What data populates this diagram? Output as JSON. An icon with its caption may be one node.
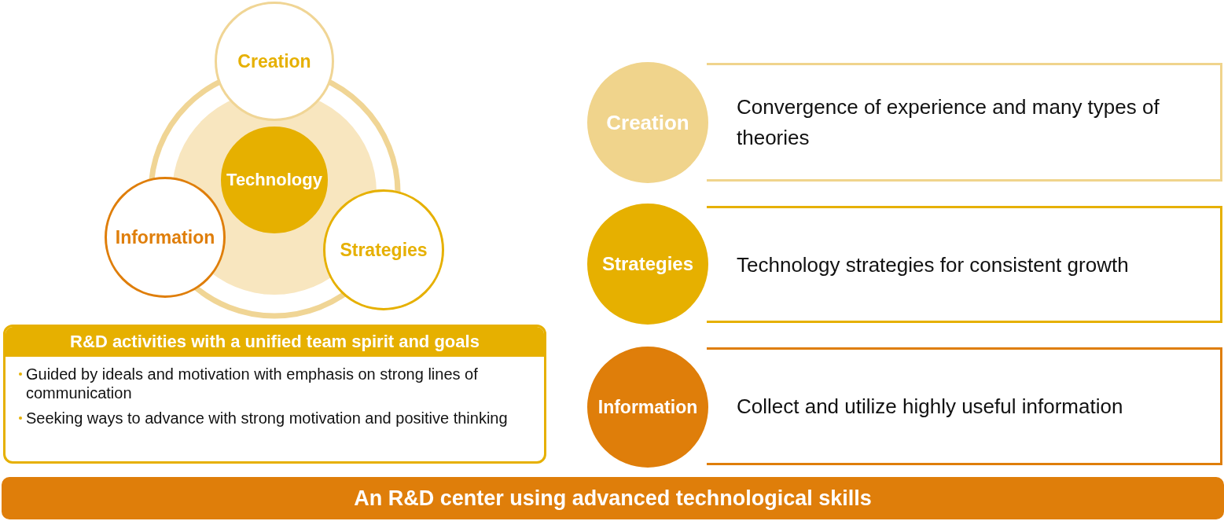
{
  "diagram": {
    "nodes": [
      {
        "text": [
          "Creation"
        ]
      },
      {
        "text": [
          "Technology"
        ]
      },
      {
        "text": [
          "Information"
        ]
      },
      {
        "text": [
          "Strategies"
        ]
      },
      {
        "text": [
          "R&D activities with a unified team spirit and goals",
          "Guided by ideals and motivation with emphasis on strong lines of communication",
          "Seeking ways to advance with strong motivation and positive thinking"
        ]
      },
      {
        "text": [
          "Creation"
        ]
      },
      {
        "text": [
          "Convergence of experience and many types of theories"
        ]
      },
      {
        "text": [
          "Strategies"
        ]
      },
      {
        "text": [
          "Technology strategies for consistent growth"
        ]
      },
      {
        "text": [
          "Information"
        ]
      },
      {
        "text": [
          "Collect and utilize highly useful information"
        ]
      },
      {
        "text": [
          "An R&D center using advanced technological skills"
        ]
      }
    ],
    "edges": []
  }
}
